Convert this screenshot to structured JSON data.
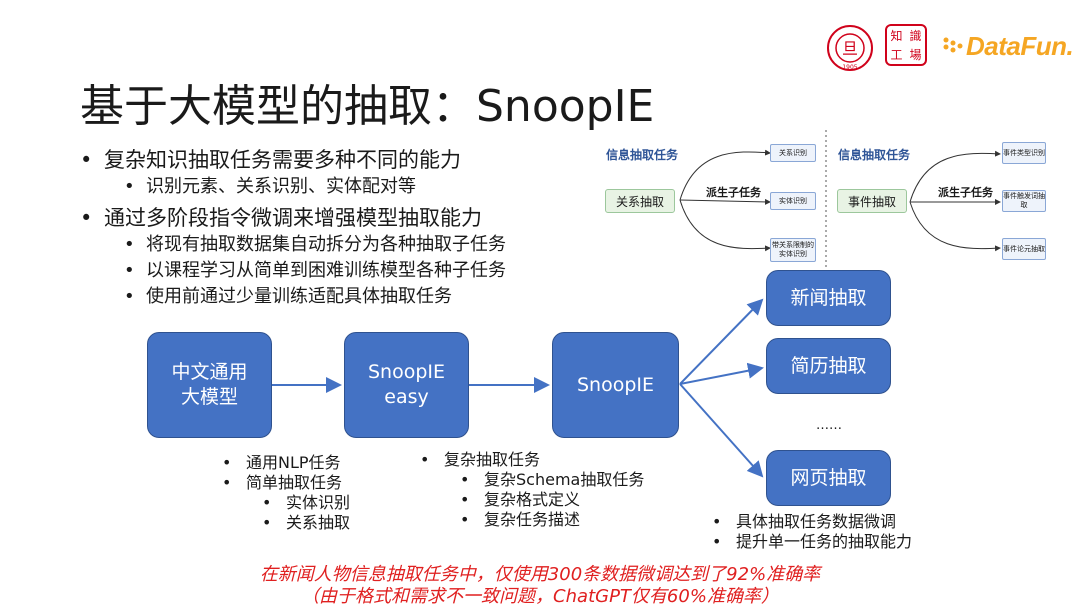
{
  "logos": {
    "fudan_text": "FUDAN UNIVERSITY",
    "fudan_year": "1905",
    "fudan_core": "旦",
    "zhishi_chars": [
      "知",
      "識",
      "工",
      "場"
    ],
    "datafun": "DataFun."
  },
  "title": "基于大模型的抽取：SnoopIE",
  "bullets": [
    {
      "text": "复杂知识抽取任务需要多种不同的能力",
      "sub": [
        "识别元素、关系识别、实体配对等"
      ]
    },
    {
      "text": "通过多阶段指令微调来增强模型抽取能力",
      "sub": [
        "将现有抽取数据集自动拆分为各种抽取子任务",
        "以课程学习从简单到困难训练模型各种子任务",
        "使用前通过少量训练适配具体抽取任务"
      ]
    }
  ],
  "mini_diagram": {
    "left": {
      "title": "信息抽取任务",
      "main": "关系抽取",
      "edge_label": "派生子任务",
      "children": [
        "关系识别",
        "实体识别",
        "带关系限制的实体识别"
      ]
    },
    "right": {
      "title": "信息抽取任务",
      "main": "事件抽取",
      "edge_label": "派生子任务",
      "children": [
        "事件类型识别",
        "事件触发词抽取",
        "事件论元抽取"
      ]
    }
  },
  "pipeline": {
    "stage1": "中文通用大模型",
    "stage1_lines": [
      "中文通用",
      "大模型"
    ],
    "stage2_lines": [
      "SnoopIE",
      "easy"
    ],
    "stage3": "SnoopIE",
    "outputs": [
      "新闻抽取",
      "简历抽取",
      "网页抽取"
    ],
    "ellipsis": "……"
  },
  "stage1_notes": [
    {
      "text": "通用NLP任务",
      "level": 1
    },
    {
      "text": "简单抽取任务",
      "level": 1
    },
    {
      "text": "实体识别",
      "level": 2
    },
    {
      "text": "关系抽取",
      "level": 2
    }
  ],
  "stage2_notes": [
    {
      "text": "复杂抽取任务",
      "level": 1
    },
    {
      "text": "复杂Schema抽取任务",
      "level": 2
    },
    {
      "text": "复杂格式定义",
      "level": 2
    },
    {
      "text": "复杂任务描述",
      "level": 2
    }
  ],
  "stage3_notes": [
    "具体抽取任务数据微调",
    "提升单一任务的抽取能力"
  ],
  "footnote": {
    "line1": "在新闻人物信息抽取任务中，仅使用300条数据微调达到了92%准确率",
    "line2": "（由于格式和需求不一致问题，ChatGPT仅有60%准确率）"
  },
  "colors": {
    "box": "#4472c4",
    "box_border": "#2f528f",
    "accent_red": "#e02020",
    "datafun": "#f5a623"
  }
}
